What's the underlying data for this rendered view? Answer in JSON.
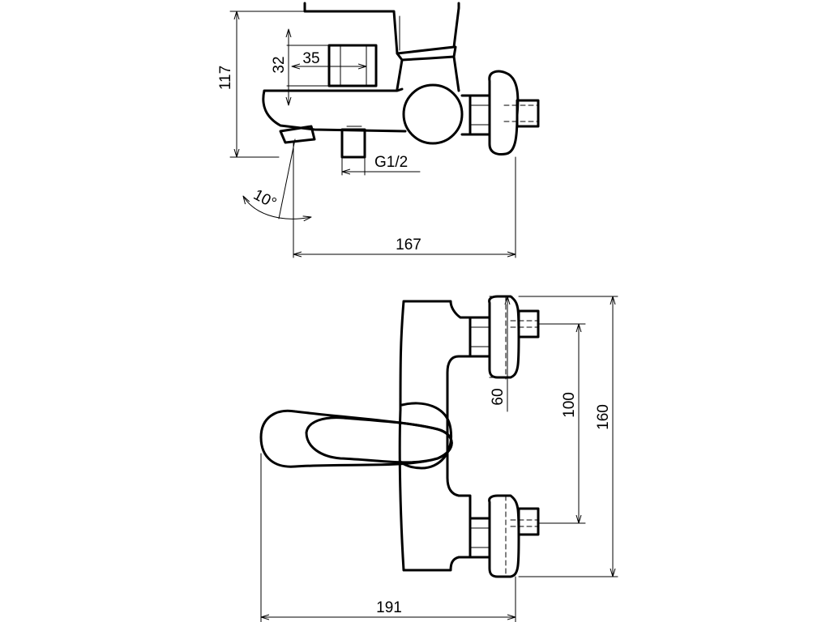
{
  "side_view": {
    "height_label": "117",
    "grip_width_label": "35",
    "grip_height_label": "32",
    "thread_label": "G1/2",
    "angle_label": "10°",
    "depth_label": "167"
  },
  "front_view": {
    "eccentric_label": "60",
    "spacing_label": "100",
    "overall_height_label": "160",
    "overall_width_label": "191"
  },
  "colors": {
    "line": "#000000",
    "background": "#ffffff"
  }
}
